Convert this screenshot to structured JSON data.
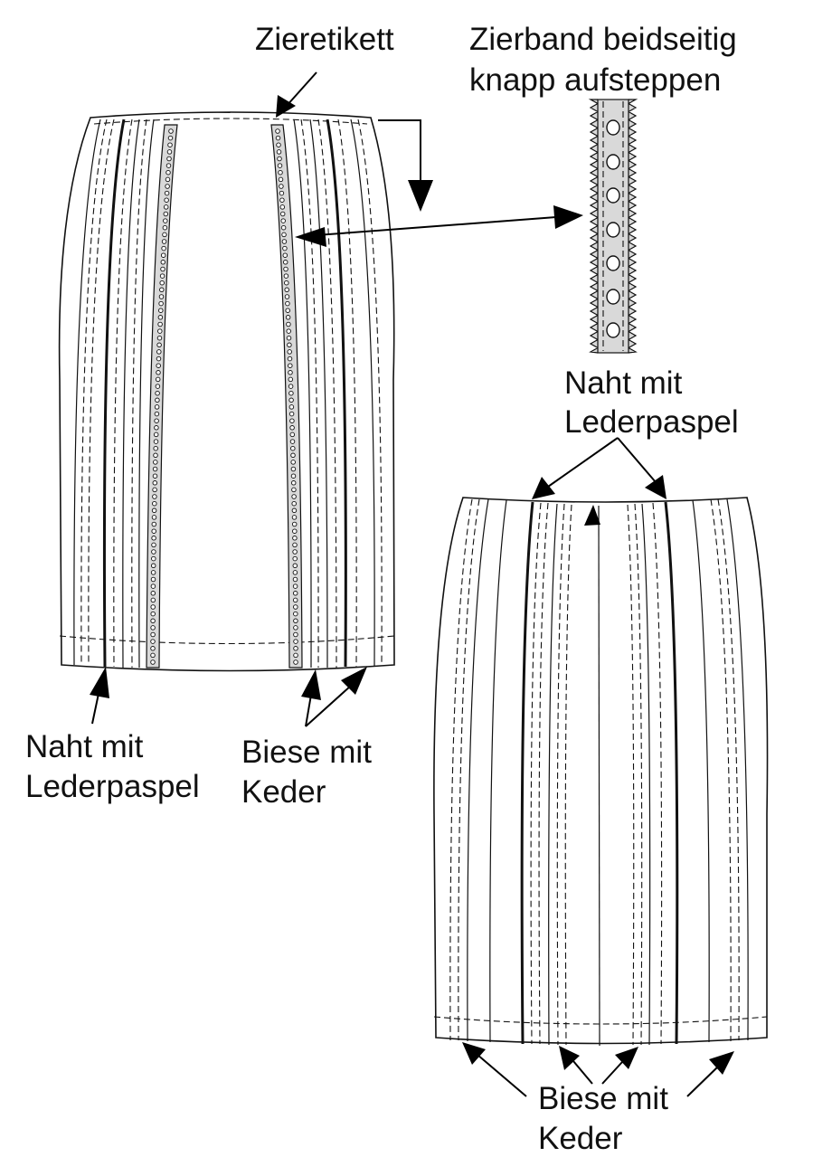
{
  "labels": {
    "ziereikett": "Zieretikett",
    "zierband_line1": "Zierband beidseitig",
    "zierband_line2": "knapp aufsteppen",
    "naht_right_line1": "Naht mit",
    "naht_right_line2": "Lederpaspel",
    "naht_left_line1": "Naht mit",
    "naht_left_line2": "Lederpaspel",
    "biese_left_line1": "Biese mit",
    "biese_left_line2": "Keder",
    "biese_bottom_line1": "Biese mit",
    "biese_bottom_line2": "Keder"
  },
  "colors": {
    "line": "#111111",
    "ribbon_fill": "#d9d9d9",
    "background": "#ffffff"
  }
}
